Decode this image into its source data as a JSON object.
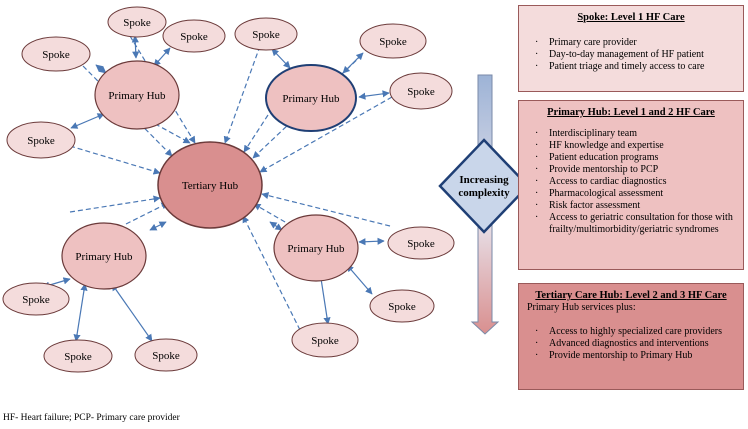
{
  "diagram": {
    "tertiary_hub": "Tertiary Hub",
    "primary_hub": "Primary Hub",
    "spoke": "Spoke",
    "complexity": [
      "Increasing",
      "complexity"
    ]
  },
  "spoke_box": {
    "title": "Spoke: Level 1 HF Care",
    "items": [
      "Primary care provider",
      "Day-to-day management of HF patient",
      "Patient triage and timely access to care"
    ]
  },
  "primary_box": {
    "title": "Primary Hub: Level 1 and 2 HF Care",
    "items": [
      "Interdisciplinary team",
      "HF knowledge and expertise",
      "Patient education programs",
      "Provide mentorship to PCP",
      "Access to cardiac diagnostics",
      "Pharmacological assessment",
      "Risk factor assessment",
      "Access to geriatric consultation for those with frailty/multimorbidity/geriatric syndromes"
    ]
  },
  "tertiary_box": {
    "title": "Tertiary Care Hub: Level 2 and 3 HF Care",
    "intro": "Primary Hub services plus:",
    "items": [
      "Access to highly specialized care providers",
      "Advanced diagnostics and interventions",
      "Provide mentorship to Primary Hub"
    ]
  },
  "footnote": "HF- Heart failure; PCP- Primary care provider",
  "colors": {
    "spoke_fill": "#f4dcdc",
    "primary_fill": "#eec1c1",
    "tertiary_fill": "#d98f8f",
    "arrow": "#4a78b5",
    "node_stroke": "#6b3a3a"
  }
}
